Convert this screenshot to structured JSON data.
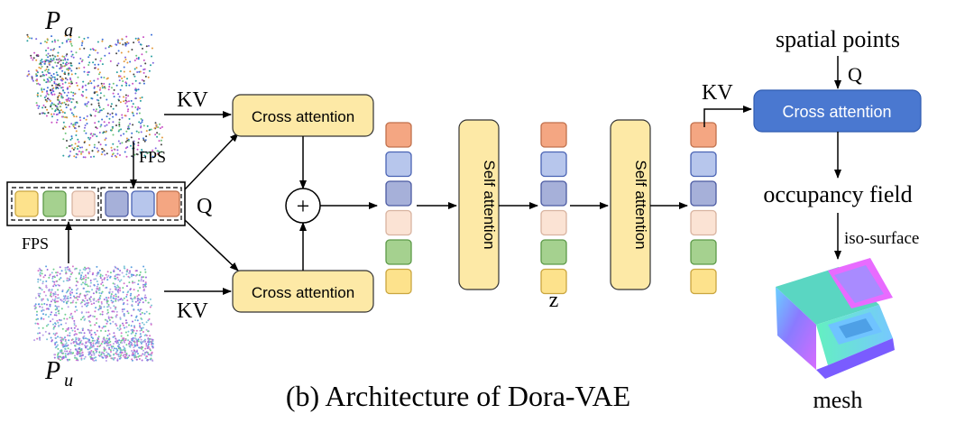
{
  "labels": {
    "pa": "P",
    "pa_sub": "a",
    "pu": "P",
    "pu_sub": "u",
    "fps_top": "FPS",
    "fps_bottom": "FPS",
    "kv_top": "KV",
    "kv_bottom": "KV",
    "q_left": "Q",
    "plus": "+",
    "z": "z",
    "kv_right": "KV",
    "spatial_points": "spatial points",
    "q_right": "Q",
    "occupancy_field": "occupancy field",
    "iso_surface": "iso-surface",
    "mesh": "mesh",
    "caption": "(b) Architecture of Dora-VAE"
  },
  "blocks": {
    "cross_attention_top": "Cross attention",
    "cross_attention_bottom": "Cross attention",
    "self_attention_1": "Self attention",
    "self_attention_2": "Self attention",
    "cross_attention_right": "Cross attention"
  },
  "colors": {
    "orange": "#f4a682",
    "blue": "#b7c6ec",
    "purple_blue": "#a6b0d9",
    "peach": "#fbe3d4",
    "green": "#a5d18f",
    "yellow": "#fde28c",
    "block_fill": "#fde9a6",
    "cross_right_fill": "#4a78d0"
  },
  "token_columns": {
    "col1": [
      "orange",
      "blue",
      "purple_blue",
      "peach",
      "green",
      "yellow"
    ],
    "col2": [
      "orange",
      "blue",
      "purple_blue",
      "peach",
      "green",
      "yellow"
    ],
    "col3": [
      "orange",
      "blue",
      "purple_blue",
      "peach",
      "green",
      "yellow"
    ],
    "queries": [
      "yellow",
      "green",
      "peach",
      "purple_blue",
      "blue",
      "orange"
    ]
  },
  "icons": {
    "point_cloud_a": "laptop-point-cloud-icon",
    "point_cloud_u": "laptop-uniform-point-cloud-icon",
    "mesh": "laptop-mesh-icon"
  }
}
